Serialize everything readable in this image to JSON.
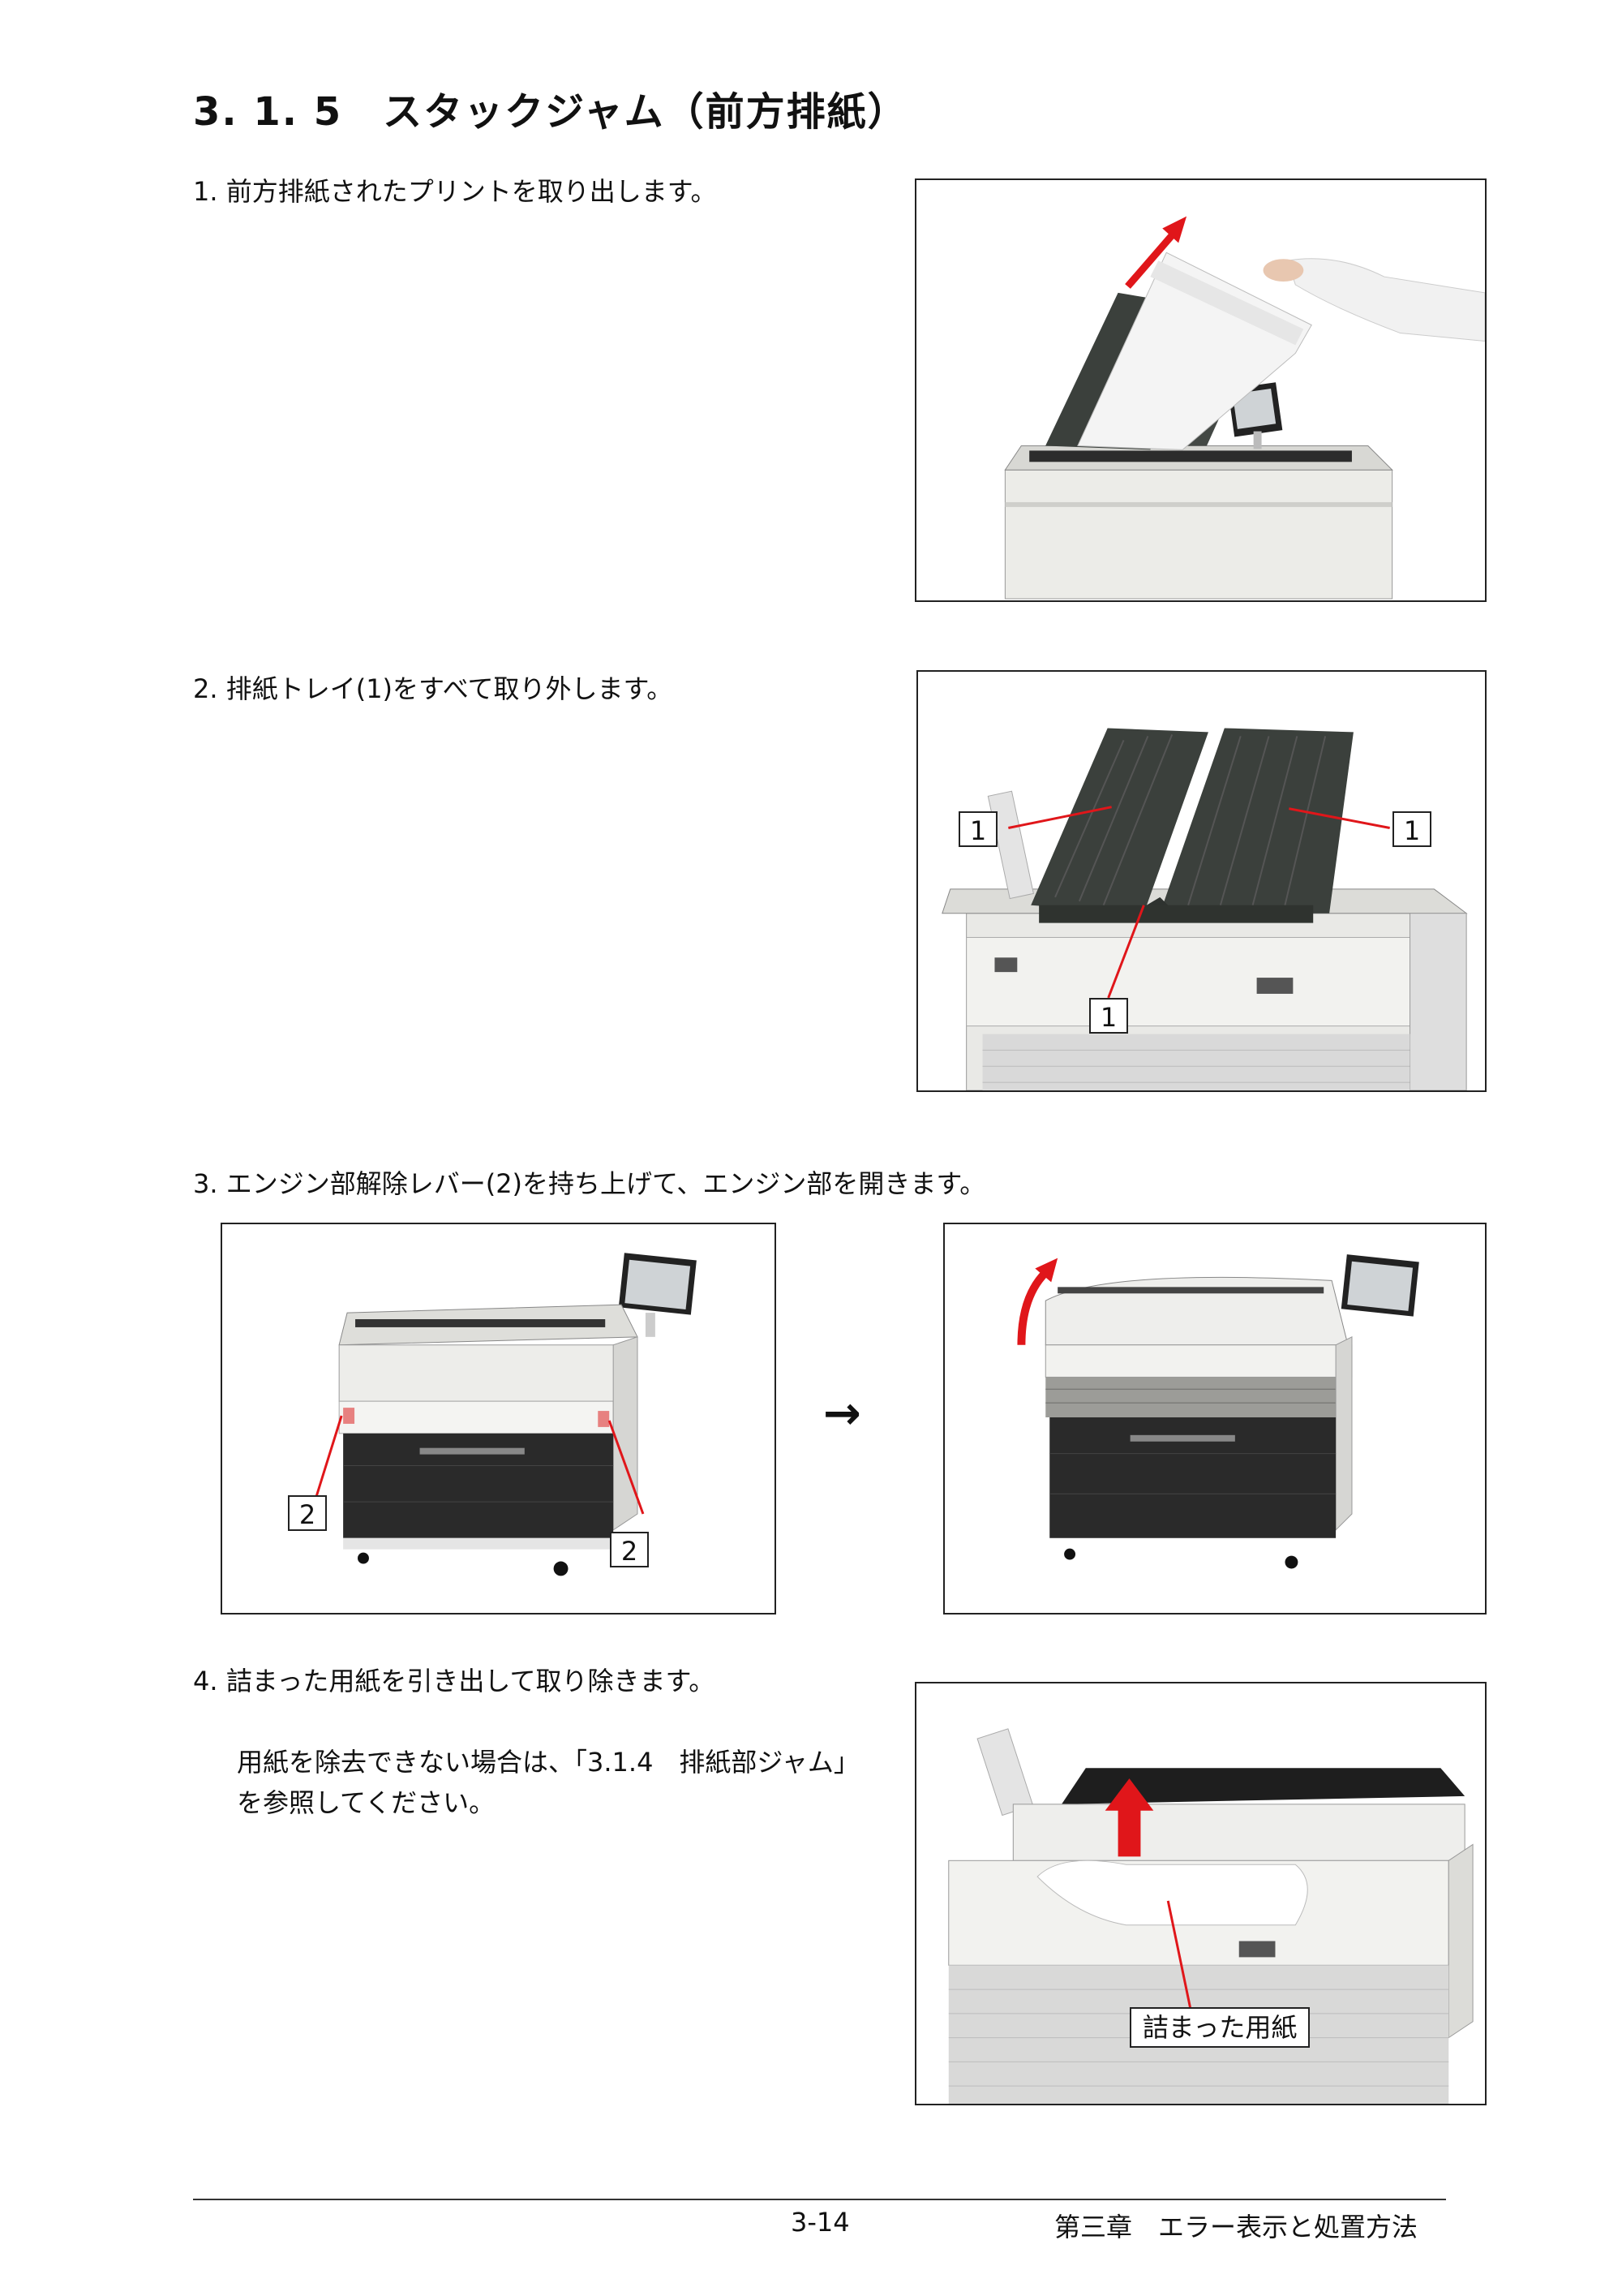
{
  "title": "3. 1. 5　スタックジャム（前方排紙）",
  "steps": [
    {
      "text": "1.  前方排紙されたプリントを取り出します。"
    },
    {
      "text": "2.  排紙トレイ(1)をすべて取り外します。"
    },
    {
      "text": "3.  エンジン部解除レバー(2)を持ち上げて、エンジン部を開きます。"
    },
    {
      "text": "4.  詰まった用紙を引き出して取り除きます。",
      "note_line1": "用紙を除去できない場合は、「3.1.4　排紙部ジャム」",
      "note_line2": "を参照してください。"
    }
  ],
  "callouts": {
    "tray": "1",
    "lever": "2",
    "jammed_paper": "詰まった用紙"
  },
  "arrow_glyph": "→",
  "footer": {
    "page_number": "3-14",
    "chapter": "第三章　エラー表示と処置方法"
  },
  "colors": {
    "accent_arrow": "#e0161a",
    "printer_body": "#e9e9e6",
    "tray_dark": "#3b403c",
    "drawer_dark": "#2a2a2a"
  }
}
